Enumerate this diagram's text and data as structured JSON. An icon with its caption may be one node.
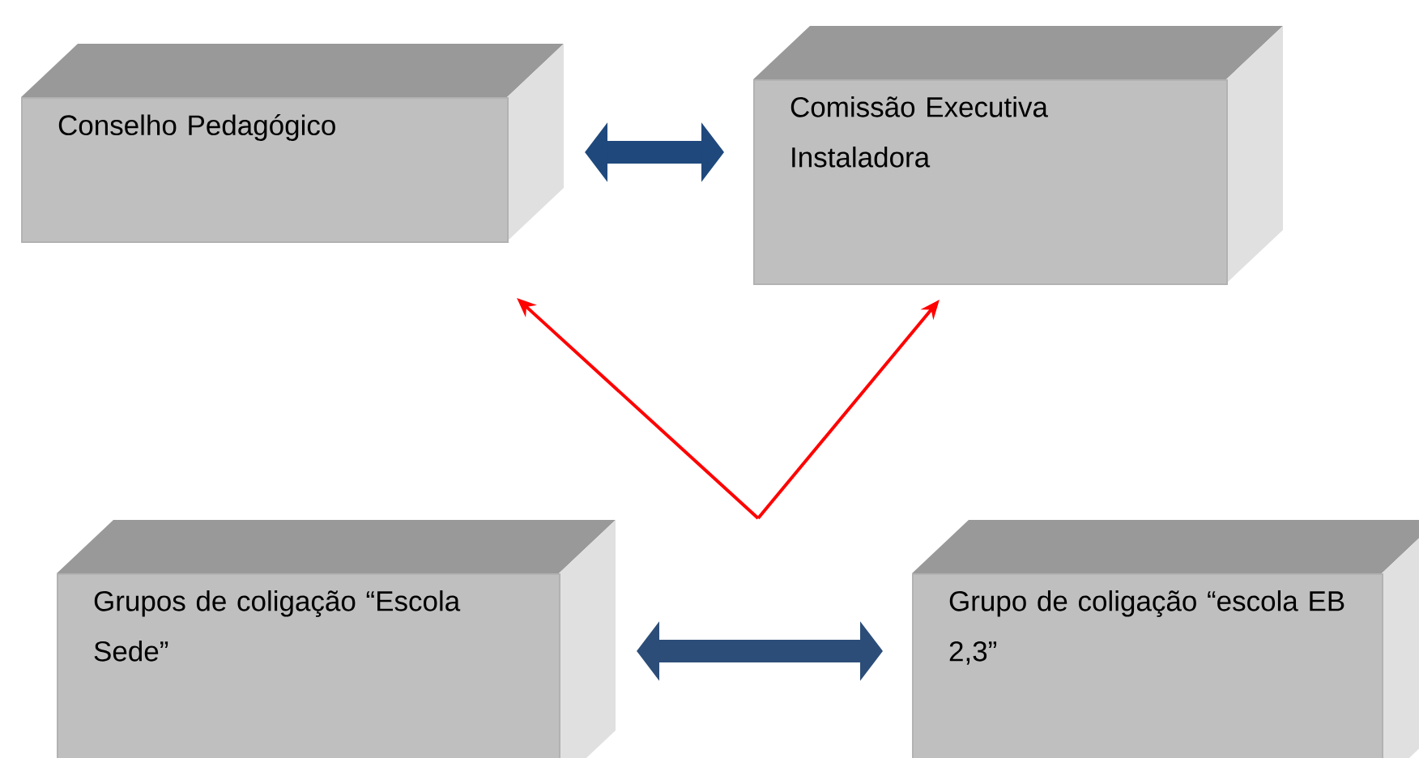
{
  "diagram": {
    "nodes": [
      {
        "text": [
          "Conselho Pedagógico"
        ]
      },
      {
        "text": [
          "Comissão Executiva Instaladora"
        ]
      },
      {
        "text": [
          "Grupos de coligação “Escola Sede”"
        ]
      },
      {
        "text": [
          "Grupo de coligação “escola EB 2,3”"
        ]
      }
    ],
    "edges": [
      {
        "from": 0,
        "to": 1,
        "arrow": "both",
        "style": "thick",
        "color": "#1f497d"
      },
      {
        "from": 2,
        "to": 3,
        "arrow": "both",
        "style": "thick",
        "color": "#2c4d78"
      },
      {
        "from": null,
        "to": 0,
        "arrow": "to",
        "color": "#ff0000"
      },
      {
        "from": null,
        "to": 1,
        "arrow": "to",
        "color": "#ff0000"
      }
    ]
  }
}
